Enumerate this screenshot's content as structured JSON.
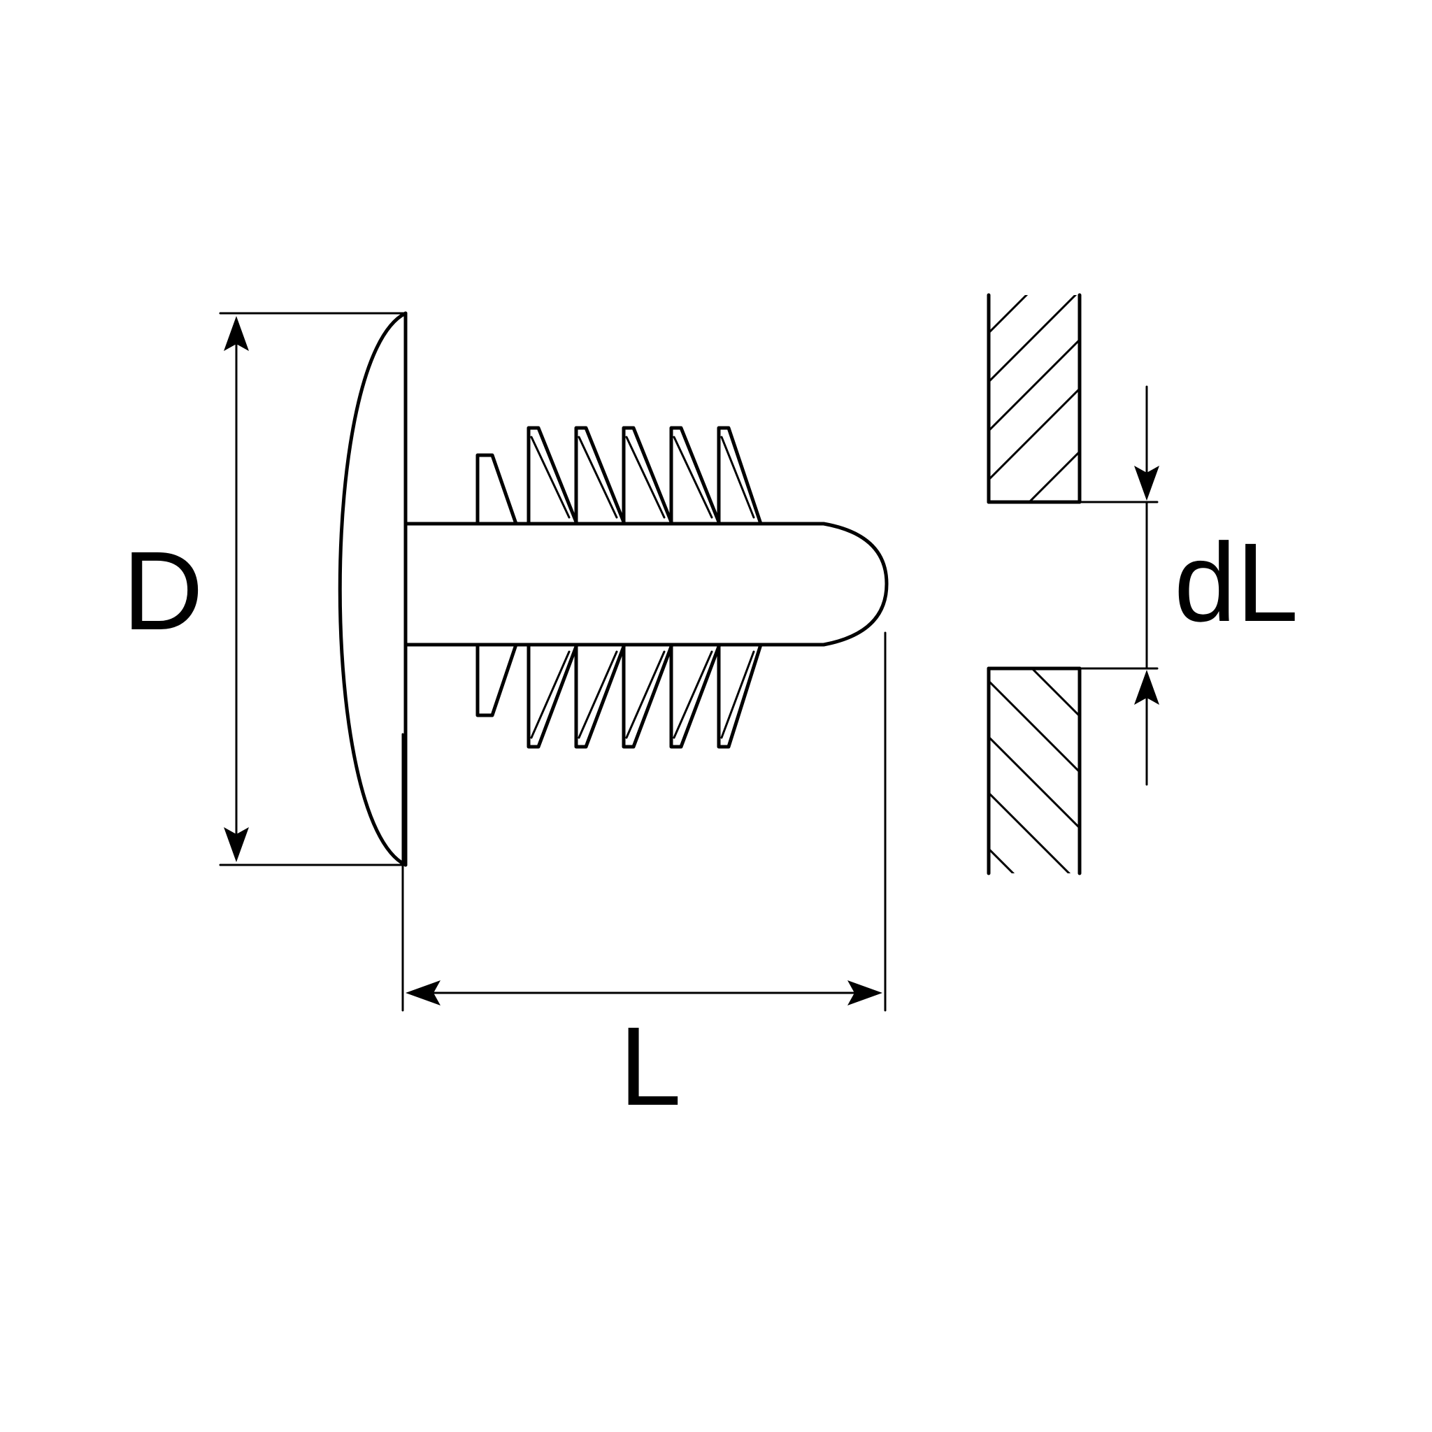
{
  "labels": {
    "head_diameter": "D",
    "length": "L",
    "hole_diameter": "dL"
  },
  "colors": {
    "stroke": "#000000",
    "background": "#ffffff"
  }
}
